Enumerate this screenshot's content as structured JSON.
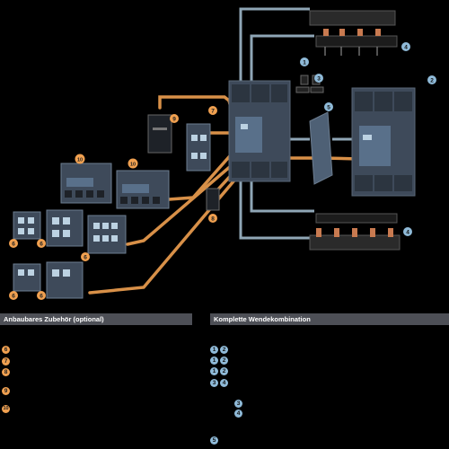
{
  "headers": {
    "left": "Anbaubares Zubehör (optional)",
    "right": "Komplette Wendekombination"
  },
  "callouts": {
    "c1": "1",
    "c2": "2",
    "c3": "3",
    "c4": "4",
    "c5": "5",
    "c6": "6",
    "c7": "7",
    "c8": "8",
    "c9": "9",
    "c10": "10"
  },
  "legend_left": [
    "6",
    "7",
    "8",
    "9",
    "10"
  ],
  "legend_right": {
    "row1": [
      "1",
      "2"
    ],
    "row2": [
      "1",
      "2"
    ],
    "row3": [
      "1",
      "2"
    ],
    "row4": [
      "3",
      "4"
    ],
    "row5": "3",
    "row6": "4",
    "row7": "5"
  },
  "colors": {
    "background": "#000000",
    "device_body": "#3e4a5a",
    "device_dark": "#1e2228",
    "accessory_line": "#f0a050",
    "main_line": "#a9c4d6",
    "header_bar": "#4d4f56",
    "badge_accessory": "#f0a050",
    "badge_main": "#8fbad8"
  }
}
